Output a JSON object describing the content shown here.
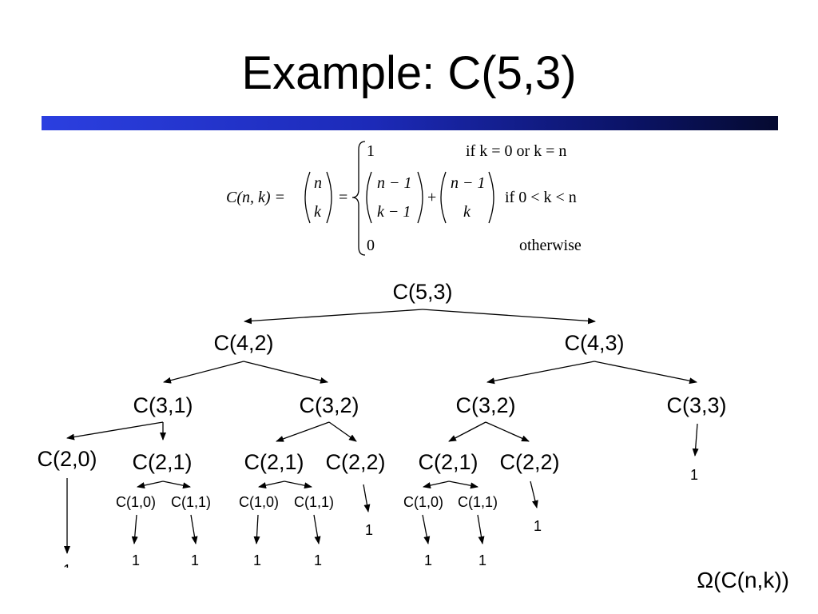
{
  "slide": {
    "title": "Example: C(5,3)",
    "complexity": "Ω(C(n,k))"
  },
  "formula": {
    "lhs": "C(n, k) =",
    "binom_top": "n",
    "binom_bottom": "k",
    "eq": "=",
    "case1_value": "1",
    "case1_cond": "if k = 0 or k = n",
    "case2_b1_top": "n − 1",
    "case2_b1_bottom": "k − 1",
    "plus": "+",
    "case2_b2_top": "n − 1",
    "case2_b2_bottom": "k",
    "case2_cond": "if 0 < k < n",
    "case3_value": "0",
    "case3_cond": "otherwise"
  },
  "tree": {
    "root": "C(5,3)",
    "l1_left": "C(4,2)",
    "l1_right": "C(4,3)",
    "l2_a": "C(3,1)",
    "l2_b": "C(3,2)",
    "l2_c": "C(3,2)",
    "l2_d": "C(3,3)",
    "l3_a": "C(2,0)",
    "l3_b": "C(2,1)",
    "l3_c": "C(2,1)",
    "l3_d": "C(2,2)",
    "l3_e": "C(2,1)",
    "l3_f": "C(2,2)",
    "l4_a": "C(1,0)",
    "l4_b": "C(1,1)",
    "l4_c": "C(1,0)",
    "l4_d": "C(1,1)",
    "l4_e": "C(1,0)",
    "l4_f": "C(1,1)",
    "leaf_value": "1"
  }
}
